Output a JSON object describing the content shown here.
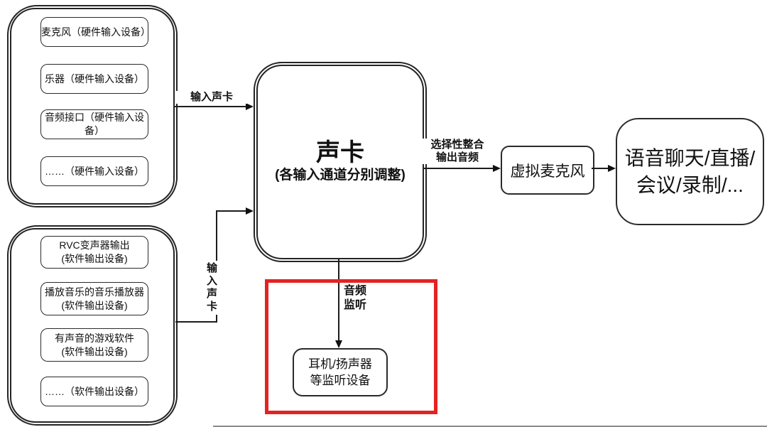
{
  "diagram": {
    "hardware_inputs": {
      "items": [
        {
          "label": "麦克风（硬件输入设备）"
        },
        {
          "label": "乐器（硬件输入设备）"
        },
        {
          "label": "音频接口（硬件输入设备）"
        },
        {
          "label": "……（硬件输入设备）"
        }
      ]
    },
    "software_outputs": {
      "items": [
        {
          "label": "RVC变声器输出\n(软件输出设备)"
        },
        {
          "label": "播放音乐的音乐播放器\n(软件输出设备)"
        },
        {
          "label": "有声音的游戏软件\n(软件输出设备)"
        },
        {
          "label": "……（软件输出设备）"
        }
      ]
    },
    "sound_card": {
      "title": "声卡",
      "subtitle": "(各输入通道分别调整)"
    },
    "arrow_labels": {
      "input_top": "输入声卡",
      "input_bottom": "输入声卡",
      "selective_output": "选择性整合\n输出音频",
      "monitor": "音频\n监听"
    },
    "virtual_mic": {
      "label": "虚拟麦克风"
    },
    "apps": {
      "label": "语音聊天/直播/\n会议/录制/..."
    },
    "monitor_devices": {
      "label": "耳机/扬声器\n等监听设备"
    },
    "colors": {
      "highlight_red": "#e52222",
      "stroke": "#1c1c1c"
    }
  }
}
